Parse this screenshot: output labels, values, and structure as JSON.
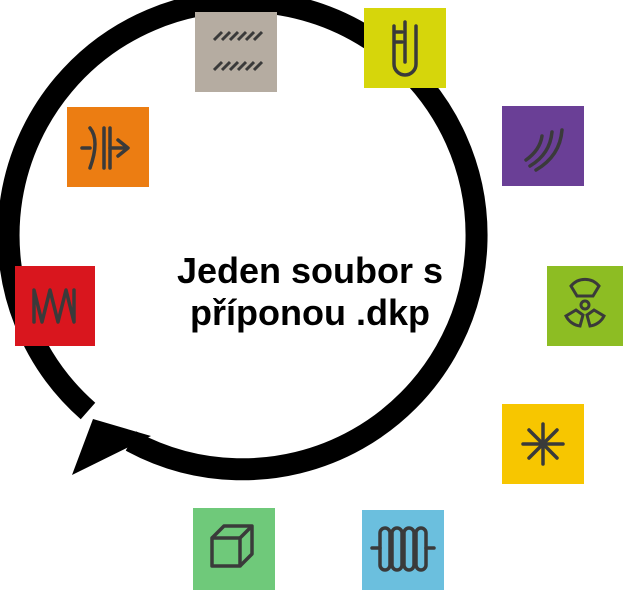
{
  "center_label": {
    "line1": "Jeden soubor s",
    "line2": "příponou .dkp"
  },
  "colors": {
    "ring": "#000000",
    "glyph": "#3a3a3a",
    "background": "#ffffff"
  },
  "tiles": [
    {
      "name": "hatched-material-tile",
      "icon": "hatch-icon",
      "color": "#b5aca1"
    },
    {
      "name": "thermometer-tile",
      "icon": "thermometer-icon",
      "color": "#d6d60b"
    },
    {
      "name": "acoustic-tile",
      "icon": "sound-wave-icon",
      "color": "#6a3f96"
    },
    {
      "name": "radiation-tile",
      "icon": "radiation-icon",
      "color": "#8dbd23"
    },
    {
      "name": "snowflake-tile",
      "icon": "asterisk-icon",
      "color": "#f7c600"
    },
    {
      "name": "radiator-tile",
      "icon": "radiator-icon",
      "color": "#6bbfde"
    },
    {
      "name": "box-tile",
      "icon": "cube-icon",
      "color": "#6fc97a"
    },
    {
      "name": "heating-coil-tile",
      "icon": "zigzag-icon",
      "color": "#d9161e"
    },
    {
      "name": "valve-tile",
      "icon": "valve-arrow-icon",
      "color": "#ec7d12"
    }
  ]
}
